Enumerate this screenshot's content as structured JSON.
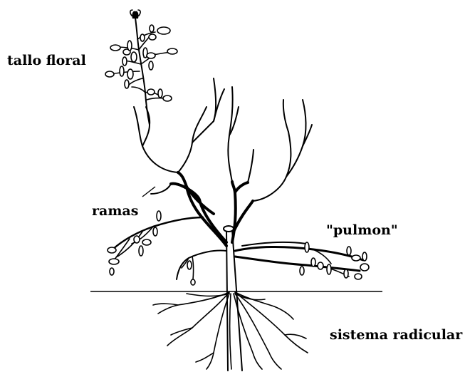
{
  "labels": {
    "floral_stalk": "tallo floral",
    "branches": "ramas",
    "lung": "\"pulmon\"",
    "root_system": "sistema radicular"
  },
  "colors": {
    "ink": "#000000",
    "background": "#ffffff"
  }
}
